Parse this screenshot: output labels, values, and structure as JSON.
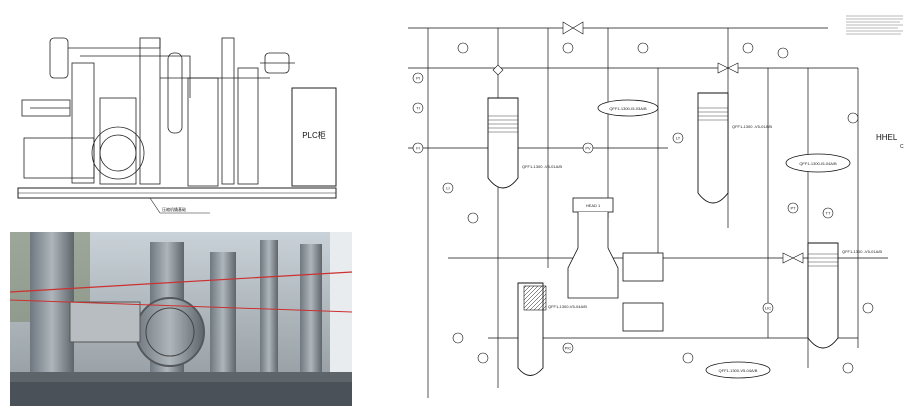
{
  "isometric": {
    "plc_label": "PLC柜",
    "base_label": "压缩机撬基础"
  },
  "pid": {
    "vessels": [
      {
        "label": "QFF1-1300\n-V5-01A/B"
      },
      {
        "label": "QFF1-1300\n-V5-01A/B"
      },
      {
        "label": "QFF1-1300\n-V5-01A/B"
      },
      {
        "label": "QFF1-1300-V5-04A/B"
      }
    ],
    "head_label": "HEAD 1",
    "hhel_label": "HHEL",
    "letter_c": "C",
    "top_exchanger_label": "QFF1-1300-I5-03A/B",
    "right_exchanger_label": "QFF1-1300-I5-04A/B",
    "bottom_exchanger_label": "QFF1-1300-V5-04A/B",
    "instrument_tags": [
      "PI",
      "TI",
      "FI",
      "LI",
      "PV",
      "LT",
      "PT",
      "TT",
      "LIC",
      "PIC"
    ]
  }
}
